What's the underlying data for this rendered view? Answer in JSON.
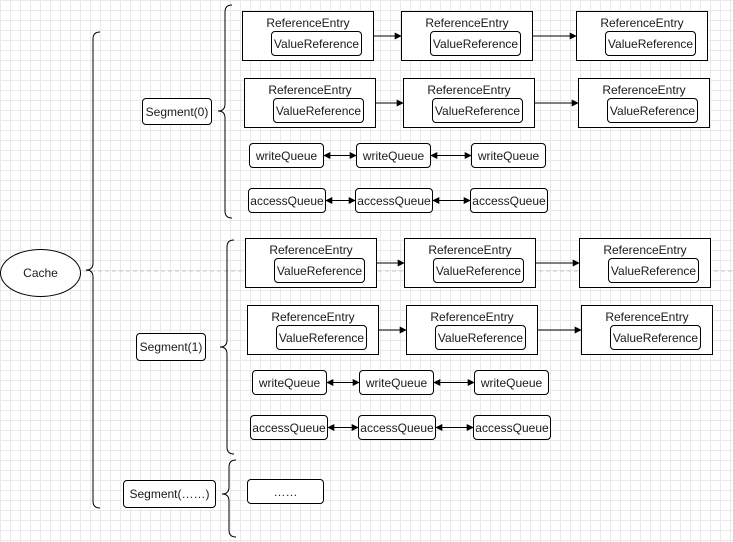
{
  "cache": {
    "label": "Cache"
  },
  "segments": [
    {
      "label": "Segment(0)",
      "entry_rows": [
        [
          {
            "entry": "ReferenceEntry",
            "value": "ValueReference"
          },
          {
            "entry": "ReferenceEntry",
            "value": "ValueReference"
          },
          {
            "entry": "ReferenceEntry",
            "value": "ValueReference"
          }
        ],
        [
          {
            "entry": "ReferenceEntry",
            "value": "ValueReference"
          },
          {
            "entry": "ReferenceEntry",
            "value": "ValueReference"
          },
          {
            "entry": "ReferenceEntry",
            "value": "ValueReference"
          }
        ]
      ],
      "write_queue": [
        "writeQueue",
        "writeQueue",
        "writeQueue"
      ],
      "access_queue": [
        "accessQueue",
        "accessQueue",
        "accessQueue"
      ]
    },
    {
      "label": "Segment(1)",
      "entry_rows": [
        [
          {
            "entry": "ReferenceEntry",
            "value": "ValueReference"
          },
          {
            "entry": "ReferenceEntry",
            "value": "ValueReference"
          },
          {
            "entry": "ReferenceEntry",
            "value": "ValueReference"
          }
        ],
        [
          {
            "entry": "ReferenceEntry",
            "value": "ValueReference"
          },
          {
            "entry": "ReferenceEntry",
            "value": "ValueReference"
          },
          {
            "entry": "ReferenceEntry",
            "value": "ValueReference"
          }
        ]
      ],
      "write_queue": [
        "writeQueue",
        "writeQueue",
        "writeQueue"
      ],
      "access_queue": [
        "accessQueue",
        "accessQueue",
        "accessQueue"
      ]
    },
    {
      "label": "Segment(……)",
      "placeholder": "……"
    }
  ]
}
